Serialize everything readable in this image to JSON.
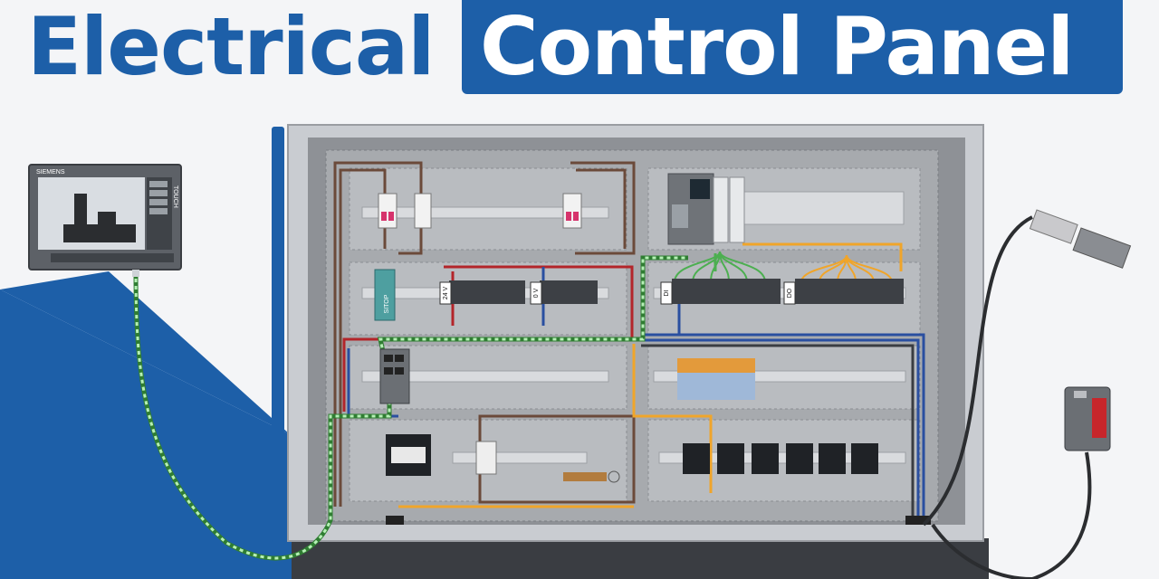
{
  "title": {
    "left": "Electrical",
    "right": "Control Panel"
  },
  "hmi": {
    "brand": "SIEMENS",
    "side_label": "TOUCH"
  },
  "psu": {
    "label": "SITOP"
  },
  "terminals": {
    "plus_label": "24 V",
    "zero_label": "0 V",
    "di_label": "DI",
    "do_label": "DO"
  },
  "colors": {
    "accent_blue": "#1d5fa8",
    "enclosure": "#c9ccd1",
    "backplate": "#a7aaae",
    "rail": "#d9dbde",
    "wire_red": "#b3252a",
    "wire_brown": "#6b4a3a",
    "wire_blue": "#2a4fa0",
    "wire_orange": "#f0a52a",
    "wire_green": "#4caf50",
    "ethernet_green": "#6fd06f"
  }
}
